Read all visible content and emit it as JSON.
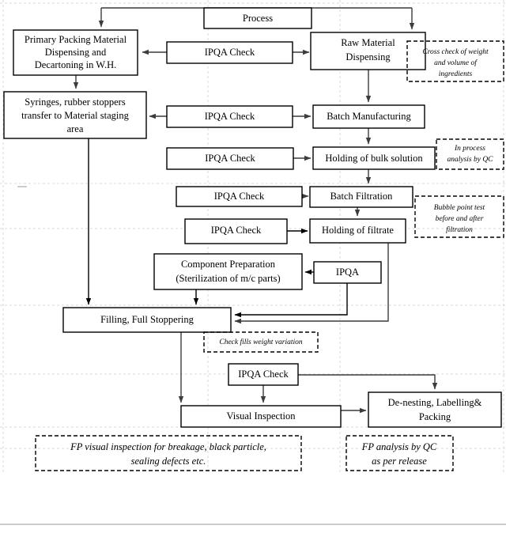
{
  "diagram": {
    "title": "Process",
    "type": "flowchart",
    "nodes": [
      {
        "id": "process",
        "label": "Process",
        "lines": [
          "Process"
        ]
      },
      {
        "id": "primary-packing",
        "label": "Primary Packing Material Dispensing and Decartoning in W.H.",
        "lines": [
          "Primary Packing Material",
          "Dispensing and",
          "Decartoning in W.H."
        ]
      },
      {
        "id": "ipqa-check-1",
        "label": "IPQA Check",
        "lines": [
          "IPQA Check"
        ]
      },
      {
        "id": "raw-material",
        "label": "Raw Material Dispensing",
        "lines": [
          "Raw Material",
          "Dispensing"
        ]
      },
      {
        "id": "syringes",
        "label": "Syringes, rubber stoppers transfer to Material staging area",
        "lines": [
          "Syringes, rubber stoppers",
          "transfer to Material staging",
          "area"
        ]
      },
      {
        "id": "ipqa-check-2",
        "label": "IPQA Check",
        "lines": [
          "IPQA Check"
        ]
      },
      {
        "id": "batch-mfg",
        "label": "Batch Manufacturing",
        "lines": [
          "Batch Manufacturing"
        ]
      },
      {
        "id": "ipqa-check-3",
        "label": "IPQA Check",
        "lines": [
          "IPQA Check"
        ]
      },
      {
        "id": "holding-bulk",
        "label": "Holding of bulk solution",
        "lines": [
          "Holding of bulk solution"
        ]
      },
      {
        "id": "ipqa-check-4",
        "label": "IPQA Check",
        "lines": [
          "IPQA Check"
        ]
      },
      {
        "id": "batch-filtration",
        "label": "Batch Filtration",
        "lines": [
          "Batch Filtration"
        ]
      },
      {
        "id": "ipqa-check-5",
        "label": "IPQA Check",
        "lines": [
          "IPQA Check"
        ]
      },
      {
        "id": "holding-filtrate",
        "label": "Holding of filtrate",
        "lines": [
          "Holding of filtrate"
        ]
      },
      {
        "id": "component-prep",
        "label": "Component Preparation (Sterilization of m/c parts)",
        "lines": [
          "Component Preparation",
          "(Sterilization of m/c parts)"
        ]
      },
      {
        "id": "ipqa",
        "label": "IPQA",
        "lines": [
          "IPQA"
        ]
      },
      {
        "id": "filling",
        "label": "Filling, Full Stoppering",
        "lines": [
          "Filling, Full Stoppering"
        ]
      },
      {
        "id": "ipqa-check-6",
        "label": "IPQA Check",
        "lines": [
          "IPQA Check"
        ]
      },
      {
        "id": "visual-inspection",
        "label": "Visual Inspection",
        "lines": [
          "Visual Inspection"
        ]
      },
      {
        "id": "de-nesting",
        "label": "De-nesting, Labelling& Packing",
        "lines": [
          "De-nesting, Labelling&",
          "Packing"
        ]
      }
    ],
    "notes": [
      {
        "id": "note-cross-check",
        "label": "Cross check of weight and volume of ingredients",
        "lines": [
          "Cross check of weight",
          "and volume of",
          "ingredients"
        ]
      },
      {
        "id": "note-in-process",
        "label": "In process analysis by QC",
        "lines": [
          "In process",
          "analysis by QC"
        ]
      },
      {
        "id": "note-bubble-point",
        "label": "Bubble point test before and after filtration",
        "lines": [
          "Bubble point test",
          "before and after",
          "filtration"
        ]
      },
      {
        "id": "note-check-fills",
        "label": "Check fills weight variation",
        "lines": [
          "Check fills weight variation"
        ]
      },
      {
        "id": "note-fp-visual",
        "label": "FP visual inspection for breakage, black particle, sealing defects etc.",
        "lines": [
          "FP visual inspection for breakage, black particle,",
          "sealing defects etc."
        ]
      },
      {
        "id": "note-fp-analysis",
        "label": "FP analysis by QC as per release",
        "lines": [
          "FP analysis by QC",
          "as per release"
        ]
      }
    ],
    "colors": {
      "box_stroke": "#000000",
      "connector": "#3c3c3c",
      "grid": "#d9d9d9",
      "background": "#ffffff"
    }
  }
}
